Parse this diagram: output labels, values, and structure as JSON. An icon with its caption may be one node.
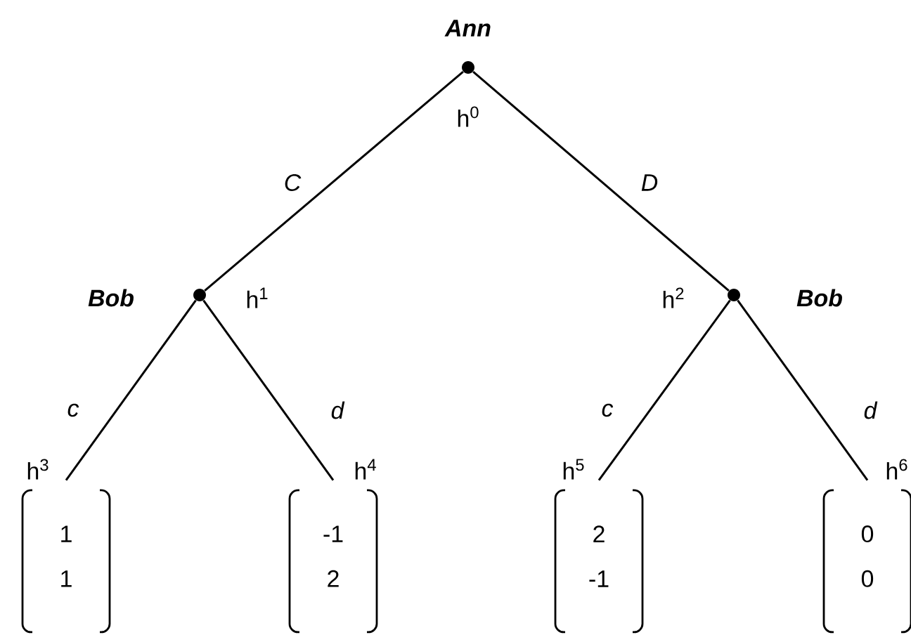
{
  "diagram": {
    "nodes": [
      {
        "text": [],
        "shape": "circle",
        "beside": [
          "Ann",
          "h$^{0}$"
        ]
      },
      {
        "text": [],
        "shape": "circle",
        "beside": [
          "Bob",
          "h$^{1}$"
        ]
      },
      {
        "text": [],
        "shape": "circle",
        "beside": [
          "h$^{2}$",
          "Bob"
        ]
      },
      {
        "text": [
          "1",
          "1"
        ],
        "beside": [
          "h$^{3}$"
        ]
      },
      {
        "text": [
          "-1",
          "2"
        ],
        "beside": [
          "h$^{4}$"
        ]
      },
      {
        "text": [
          "2",
          "-1"
        ],
        "beside": [
          "h$^{5}$"
        ]
      },
      {
        "text": [
          "0",
          "0"
        ],
        "beside": [
          "h$^{6}$"
        ]
      }
    ],
    "edges": [
      {
        "from": 0,
        "to": 1,
        "arrow": "none",
        "label": "C"
      },
      {
        "from": 0,
        "to": 2,
        "arrow": "none",
        "label": "D"
      },
      {
        "from": 1,
        "to": 3,
        "arrow": "none",
        "label": "c"
      },
      {
        "from": 1,
        "to": 4,
        "arrow": "none",
        "label": "d"
      },
      {
        "from": 2,
        "to": 5,
        "arrow": "none",
        "label": "c"
      },
      {
        "from": 2,
        "to": 6,
        "arrow": "none",
        "label": "d"
      }
    ]
  }
}
